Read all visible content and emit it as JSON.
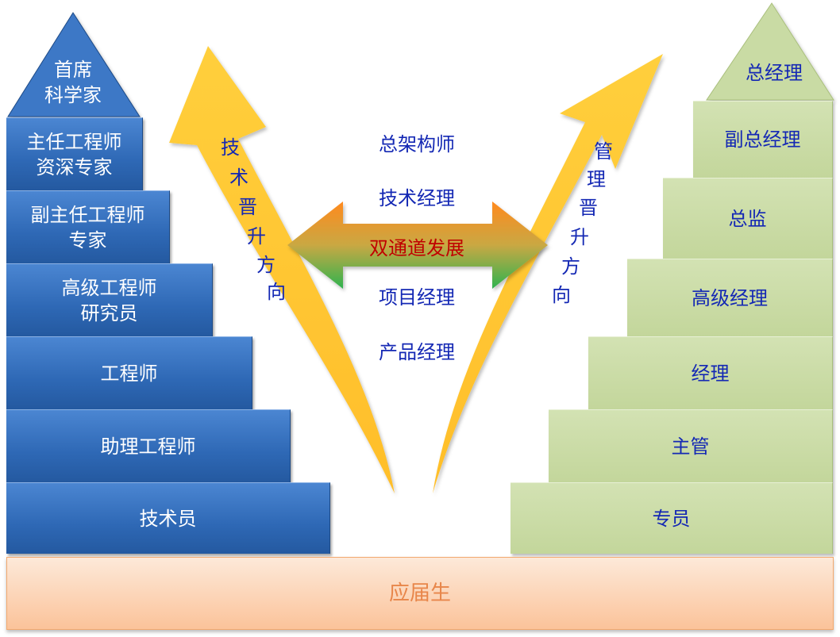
{
  "technical_ladder": {
    "top": "首席\n科学家",
    "levels": [
      "主任工程师\n资深专家",
      "副主任工程师\n专家",
      "高级工程师\n研究员",
      "工程师",
      "助理工程师",
      "技术员"
    ]
  },
  "management_ladder": {
    "top": "总经理",
    "levels": [
      "副总经理",
      "总监",
      "高级经理",
      "经理",
      "主管",
      "专员"
    ]
  },
  "base": "应届生",
  "center": {
    "roles_top": [
      "总架构师",
      "技术经理"
    ],
    "arrow_label": "双通道发展",
    "roles_bottom": [
      "项目经理",
      "产品经理"
    ]
  },
  "left_arrow_label": [
    "技",
    "术",
    "晋",
    "升",
    "方",
    "向"
  ],
  "right_arrow_label": [
    "管",
    "理",
    "晋",
    "升",
    "方",
    "向"
  ],
  "colors": {
    "technical": "#2e68b5",
    "management": "#c3d69b",
    "base": "#fbc39a",
    "arrow_yellow": "#ffc42e",
    "center_text": "#1428b4",
    "center_label": "#c00000"
  }
}
